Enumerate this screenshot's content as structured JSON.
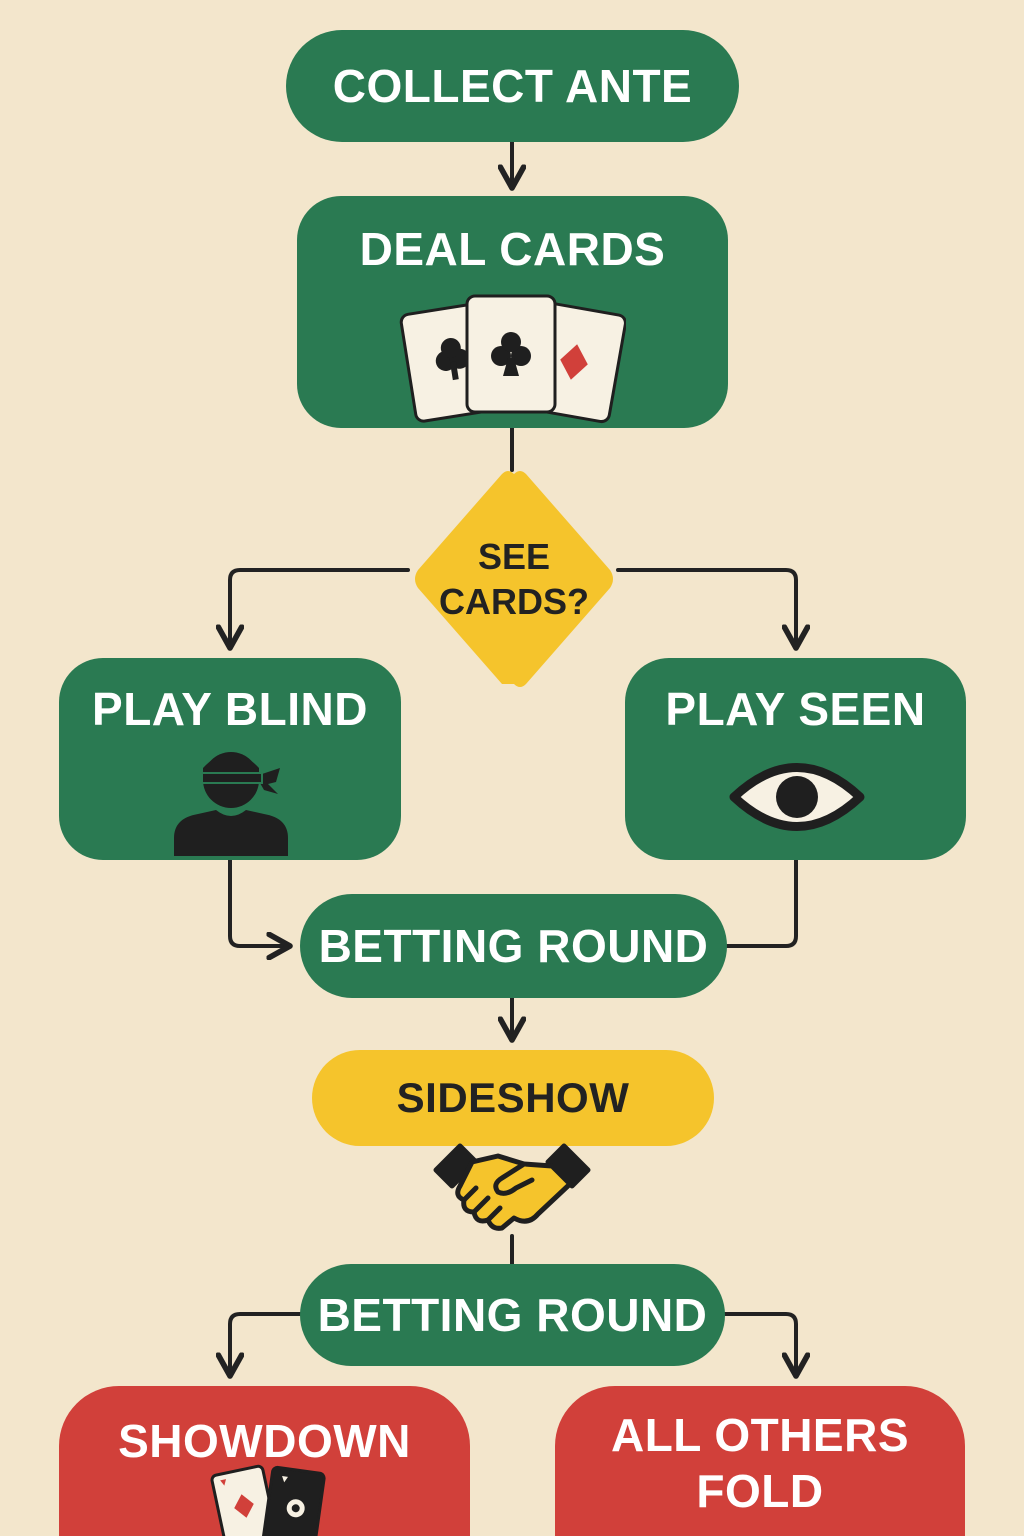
{
  "nodes": {
    "collect_ante": "COLLECT ANTE",
    "deal_cards": "DEAL CARDS",
    "decision_line1": "SEE",
    "decision_line2": "CARDS?",
    "play_blind": "PLAY BLIND",
    "play_seen": "PLAY SEEN",
    "betting_round_1": "BETTING ROUND",
    "sideshow": "SIDESHOW",
    "betting_round_2": "BETTING ROUND",
    "showdown": "SHOWDOWN",
    "all_others_fold_line1": "ALL OTHERS",
    "all_others_fold_line2": "FOLD"
  },
  "icons": {
    "deal": "playing-cards-icon",
    "blind": "blindfolded-person-icon",
    "seen": "eye-icon",
    "sideshow": "handshake-icon",
    "showdown": "showdown-cards-icon"
  },
  "colors": {
    "background": "#f3e6cc",
    "action": "#2a7a52",
    "decision": "#f5c42c",
    "outcome": "#d1403a",
    "connector": "#222222"
  }
}
